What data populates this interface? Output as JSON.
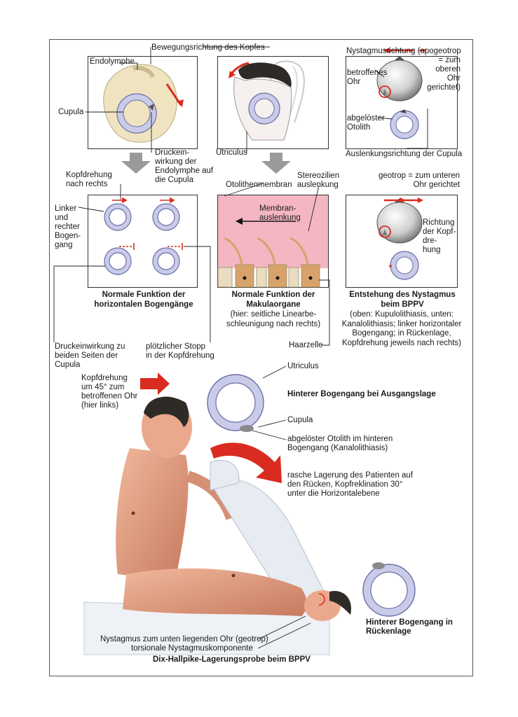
{
  "labels": {
    "bewegungsrichtung": "Bewegungsrichtung des Kopfes",
    "endolymphe": "Endolymphe",
    "cupula_top": "Cupula",
    "utriculus_top": "Utriculus",
    "druckeinwirkung_endo": "Druckein-\nwirkung der\nEndolymphe auf\ndie Cupula",
    "nystagmusrichtung": "Nystagmusrichtung (apogeotrop\n= zum\noberen\nOhr\ngerichtet)",
    "betroffenes_ohr": "betroffenes\nOhr",
    "abgeloester_otolith": "abgelöster\nOtolith",
    "auslenkungsrichtung": "Auslenkungsrichtung der Cupula",
    "kopfdrehung_rechts": "Kopfdrehung\nnach rechts",
    "linker_rechter": "Linker\nund\nrechter\nBogen-\ngang",
    "otolithenmembran": "Otolithenmembran",
    "stereozilien": "Stereozilien\nauslenkung",
    "membranauslenkung": "Membran-\nauslenkung",
    "geotrop": "geotrop = zum unteren\nOhr gerichtet",
    "richtung_kopfdrehung": "Richtung\nder Kopf-\ndre-\nhung",
    "druckeinwirkung_beide": "Druckeinwirkung zu\nbeiden Seiten der\nCupula",
    "ploetzlicher_stopp": "plötzlicher Stopp\nin der Kopfdrehung",
    "haarzelle": "Haarzelle",
    "utriculus_bottom": "Utriculus",
    "hinterer_ausgang": "Hinterer Bogengang bei Ausgangslage",
    "cupula_bottom": "Cupula",
    "otolith_hinten": "abgelöster Otolith im hinteren\nBogengang (Kanalolithiasis)",
    "kopfdrehung_45": "Kopfdrehung\num 45° zum\nbetroffenen Ohr\n(hier links)",
    "rasche_lagerung": "rasche Lagerung des Patienten auf\nden Rücken, Kopfreklination 30°\nunter die Horizontalebene",
    "hinterer_ruecken": "Hinterer Bogengang in\nRückenlage",
    "nystagmus_unten": "Nystagmus zum unten liegenden Ohr (geotrop)",
    "torsionale": "torsionale Nystagmuskomponente",
    "title": "Dix-Hallpike-Lagerungsprobe beim BPPV"
  },
  "captions": {
    "horizontal_title": "Normale Funktion der\nhorizontalen Bogengänge",
    "makula_title": "Normale Funktion der\nMakulaorgane",
    "makula_sub": "(hier: seitliche Linearbe-\nschleunigung nach rechts)",
    "bppv_title": "Entstehung des Nystagmus\nbeim BPPV",
    "bppv_sub": "(oben: Kupulolithiasis, unten:\nKanalolithiasis; linker horizontaler\nBogengang; in Rückenlage,\nKopfdrehung jeweils nach rechts)"
  },
  "colors": {
    "canal": "#c9cbe8",
    "canal_stroke": "#6b6fa8",
    "membrane": "#f3b6c2",
    "arrow_red": "#d92b1f",
    "arrow_gray": "#9a9a9a",
    "skin": "#e6a48a",
    "hair": "#2e2a26",
    "coat": "#e7ebf2",
    "sheet": "#eef1f6"
  }
}
